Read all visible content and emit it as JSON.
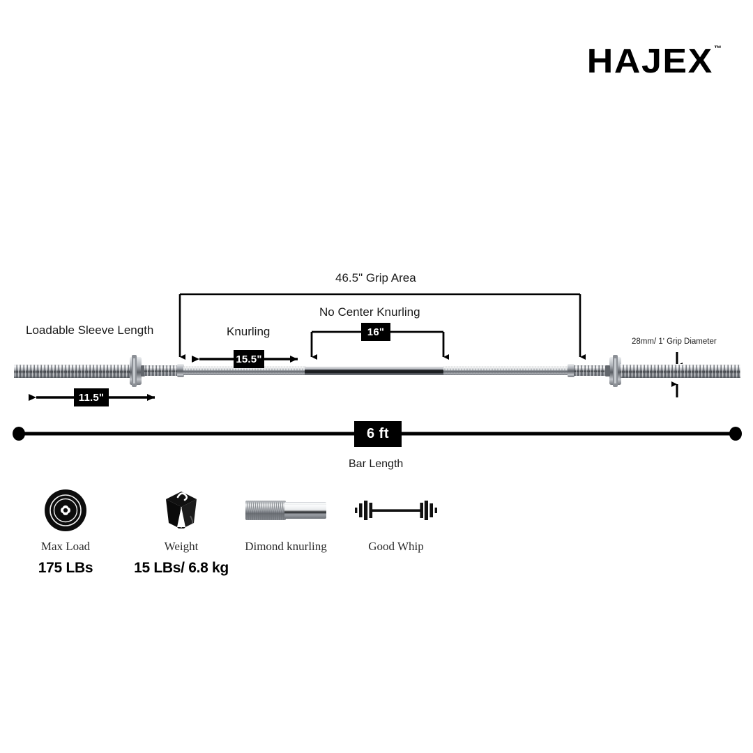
{
  "brand": {
    "name": "HAJEX",
    "trademark": "™"
  },
  "diagram": {
    "annotations": {
      "grip_area": "46.5ʺ Grip Area",
      "no_center_knurling": "No Center Knurling",
      "knurling": "Knurling",
      "loadable_sleeve_length": "Loadable Sleeve Length",
      "grip_diameter": "28mm/ 1ʹ Grip Diameter",
      "bar_length_caption": "Bar Length"
    },
    "badges": {
      "sleeve": "11.5ʺ",
      "knurling": "15.5ʺ",
      "center": "16ʺ",
      "bar_length": "6 ft"
    }
  },
  "features": [
    {
      "icon": "weight-plate-icon",
      "name": "Max Load",
      "value": "175 LBs"
    },
    {
      "icon": "kettlebell-weight-icon",
      "name": "Weight",
      "value": "15 LBs/ 6.8 kg"
    },
    {
      "icon": "knurled-bar-segment-icon",
      "name": "Dimond knurling",
      "value": ""
    },
    {
      "icon": "barbell-icon",
      "name": "Good Whip",
      "value": ""
    }
  ],
  "colors": {
    "accent": "#000000",
    "text": "#1a1a1a",
    "label": "#2b2b2b",
    "background": "#ffffff",
    "chrome_light": "#f2f3f5",
    "chrome_mid": "#b9bcc1",
    "chrome_dark": "#4a4d52"
  }
}
